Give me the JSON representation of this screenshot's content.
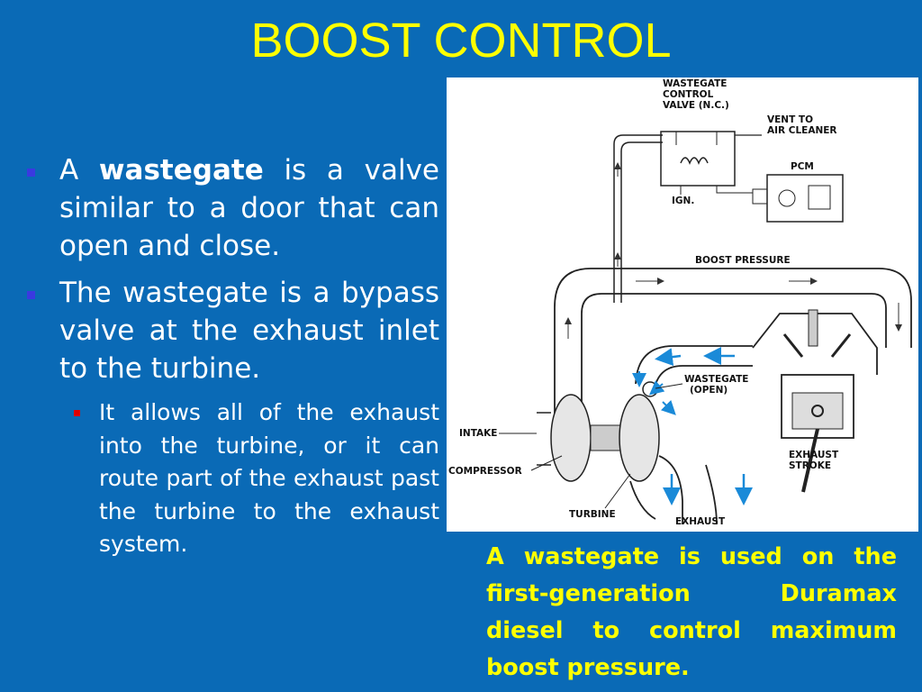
{
  "slide": {
    "title": "BOOST CONTROL",
    "bullets": [
      {
        "prefix": "A ",
        "bold": "wastegate",
        "suffix": " is a valve similar to a door that can open and close."
      },
      {
        "text": "The wastegate is a bypass valve at the exhaust inlet to the turbine."
      }
    ],
    "sub_bullets": [
      {
        "text": "It allows all of the exhaust into the turbine, or it can route part of the exhaust past the turbine to the exhaust system."
      }
    ],
    "caption": "A wastegate is used on the first-generation Duramax diesel to control maximum boost pressure."
  },
  "diagram": {
    "labels": {
      "valve_line1": "WASTEGATE",
      "valve_line2": "CONTROL",
      "valve_line3": "VALVE (N.C.)",
      "vent_line1": "VENT TO",
      "vent_line2": "AIR CLEANER",
      "pcm": "PCM",
      "ign": "IGN.",
      "boost": "BOOST PRESSURE",
      "wg_line1": "WASTEGATE",
      "wg_line2": "(OPEN)",
      "intake": "INTAKE",
      "compressor": "COMPRESSOR",
      "turbine": "TURBINE",
      "exhaust": "EXHAUST",
      "stroke_line1": "EXHAUST",
      "stroke_line2": "STROKE"
    },
    "colors": {
      "flow_arrow": "#1a8ad8",
      "line": "#222222"
    }
  }
}
